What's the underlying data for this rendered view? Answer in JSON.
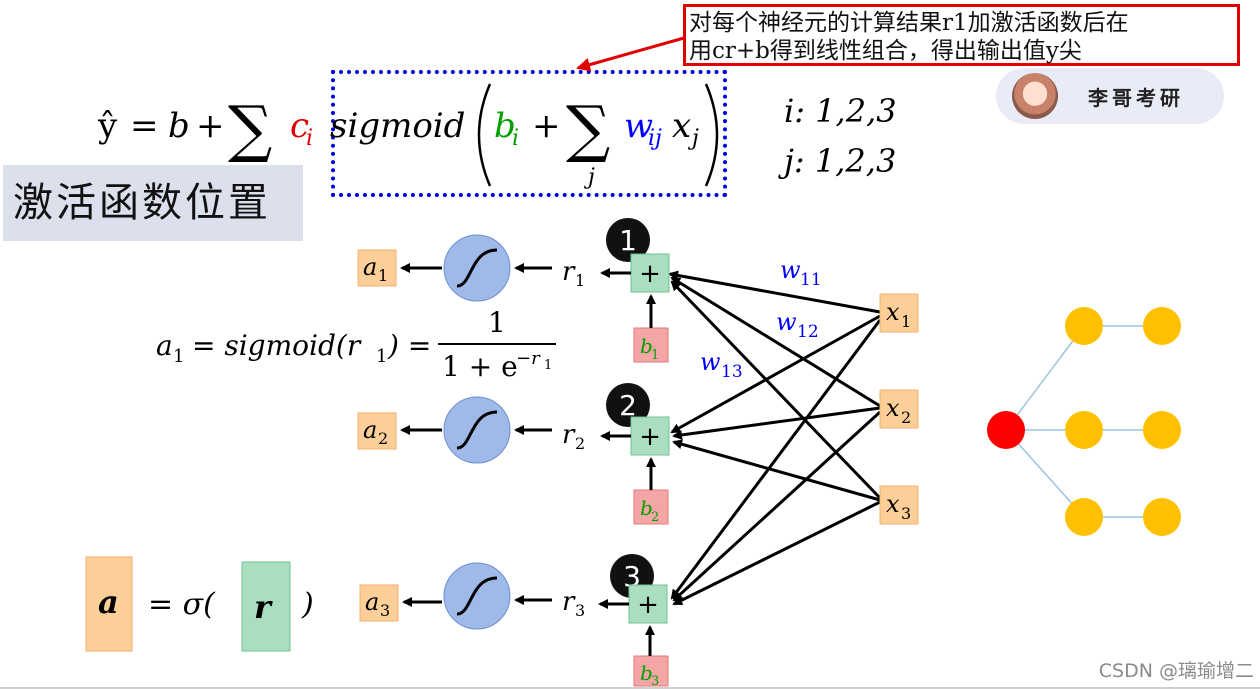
{
  "annotation": {
    "line1": "对每个神经元的计算结果r1加激活函数后在",
    "line2": "用cr+b得到线性组合，得出输出值y尖"
  },
  "brand": {
    "name": "李哥考研"
  },
  "section_label": "激活函数位置",
  "watermark": "CSDN @璃瑜增二",
  "formula": {
    "yhat": "ŷ",
    "eq": "=",
    "b": "b",
    "plus": "+",
    "sum": "∑",
    "sum_sub_j": "j",
    "c_i": "c",
    "c_sub": "i",
    "sigmoid": "sigmoid",
    "b_i": "b",
    "b_sub": "i",
    "w": "w",
    "w_sub": "ij",
    "x": "x",
    "x_sub": "j",
    "range_i": "i: 1,2,3",
    "range_j": "j: 1,2,3"
  },
  "sigmoid_formula": {
    "lhs": "a",
    "lhs_sub": "1",
    "mid": "= sigmoid(r",
    "mid_sub": "1",
    "mid_end": ") =",
    "numerator": "1",
    "denominator": "1 + e",
    "exp": "−r",
    "exp_sub": "1"
  },
  "vector_eq": {
    "a": "a",
    "eq": "= σ(",
    "r": "r",
    "close": ")"
  },
  "neurons": [
    {
      "badge": "1",
      "plus": "+",
      "bias": "b",
      "bias_sub": "1",
      "r": "r",
      "r_sub": "1",
      "a": "a",
      "a_sub": "1"
    },
    {
      "badge": "2",
      "plus": "+",
      "bias": "b",
      "bias_sub": "2",
      "r": "r",
      "r_sub": "2",
      "a": "a",
      "a_sub": "2"
    },
    {
      "badge": "3",
      "plus": "+",
      "bias": "b",
      "bias_sub": "3",
      "r": "r",
      "r_sub": "3",
      "a": "a",
      "a_sub": "3"
    }
  ],
  "inputs": [
    {
      "x": "x",
      "sub": "1"
    },
    {
      "x": "x",
      "sub": "2"
    },
    {
      "x": "x",
      "sub": "3"
    }
  ],
  "weights": [
    {
      "w": "w",
      "sub": "11"
    },
    {
      "w": "w",
      "sub": "12"
    },
    {
      "w": "w",
      "sub": "13"
    }
  ],
  "colors": {
    "annotation_border": "#e00000",
    "formula_box": "#0000dd",
    "c_red": "#e00000",
    "b_green": "#00a000",
    "w_blue": "#0000ff",
    "orange_box": "#fccf98",
    "green_box": "#a9dfbf",
    "pink_box": "#f4a6a6",
    "sigmoid_fill": "#9fb9e9",
    "tree_yellow": "#ffc000",
    "tree_red": "#ff0000"
  }
}
